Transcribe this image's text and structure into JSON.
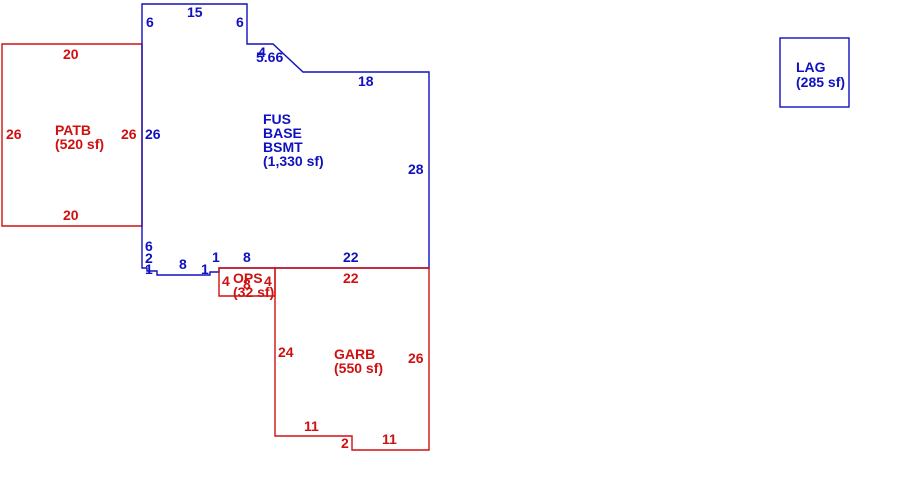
{
  "colors": {
    "main": "#1010c0",
    "addition": "#d01010",
    "background": "#ffffff"
  },
  "areas": {
    "fus": {
      "lines": [
        "FUS",
        "BASE",
        "BSMT",
        "(1,330 sf)"
      ]
    },
    "patb": {
      "code": "PATB",
      "area": "(520 sf)"
    },
    "garb": {
      "code": "GARB",
      "area": "(550 sf)"
    },
    "ops": {
      "code": "OPS",
      "area": "(32 sf)"
    },
    "lag": {
      "code": "LAG",
      "area": "(285 sf)"
    }
  },
  "dims": {
    "fus_top": "15",
    "fus_notch_left": "6",
    "fus_notch_right": "6",
    "fus_step_small": "4",
    "fus_diag": "5.66",
    "fus_upper_right": "18",
    "fus_right": "28",
    "fus_left": "26",
    "fus_bottom": "22",
    "fus_low_6": "6",
    "fus_low_2": "2",
    "fus_low_1a": "1",
    "fus_low_8a": "8",
    "fus_low_1b": "1",
    "fus_low_1c": "1",
    "fus_low_8b": "8",
    "patb_top": "20",
    "patb_bottom": "20",
    "patb_left": "26",
    "patb_right": "26",
    "ops_left": "4",
    "ops_top": "8",
    "ops_right": "4",
    "garb_top": "22",
    "garb_left": "24",
    "garb_right": "26",
    "garb_bottom_left": "11",
    "garb_jog": "2",
    "garb_bottom_right": "11"
  }
}
